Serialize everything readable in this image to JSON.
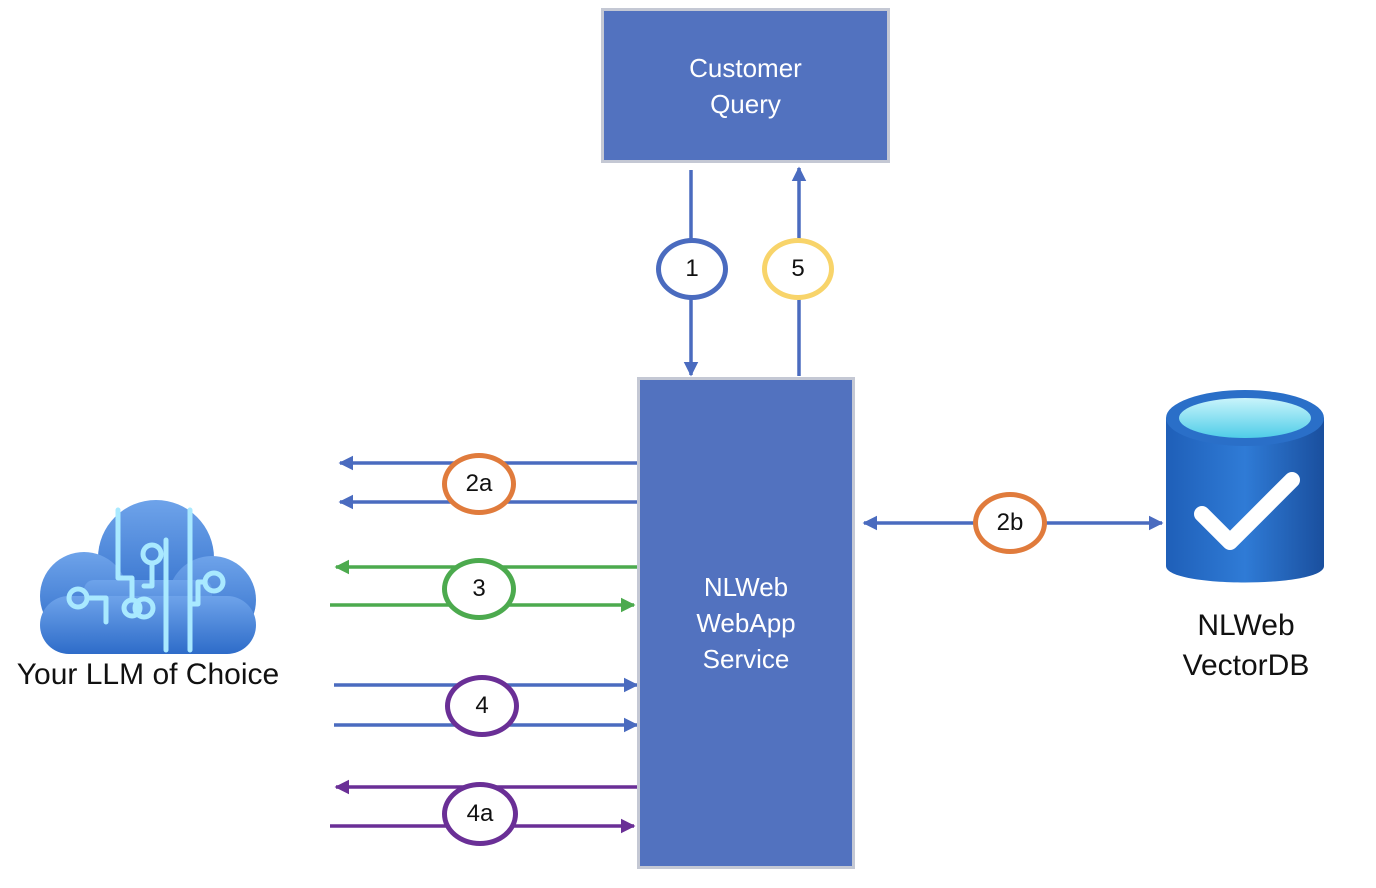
{
  "nodes": {
    "customer_query": {
      "line1": "Customer",
      "line2": "Query"
    },
    "webapp_service": {
      "line1": "NLWeb",
      "line2": "WebApp",
      "line3": "Service"
    },
    "llm": {
      "label": "Your LLM of Choice",
      "icon": "cloud-circuit-icon"
    },
    "vectordb": {
      "line1": "NLWeb",
      "line2": "VectorDB",
      "icon": "database-check-icon"
    }
  },
  "steps": [
    {
      "label": "1",
      "color": "#4a6bbf",
      "arrow_color": "#4a6bbf"
    },
    {
      "label": "5",
      "color": "#f8d46a",
      "arrow_color": "#4a6bbf"
    },
    {
      "label": "2a",
      "color": "#e07b3c",
      "arrow_color": "#4a6bbf"
    },
    {
      "label": "2b",
      "color": "#e07b3c",
      "arrow_color": "#4a6bbf"
    },
    {
      "label": "3",
      "color": "#4caa4e",
      "arrow_color": "#4caa4e"
    },
    {
      "label": "4",
      "color": "#6a2f96",
      "arrow_color": "#4a6bbf"
    },
    {
      "label": "4a",
      "color": "#6a2f96",
      "arrow_color": "#6a2f96"
    }
  ],
  "colors": {
    "box_fill": "#5272bf",
    "box_border": "#c4c8d4",
    "box_text": "#ffffff"
  }
}
